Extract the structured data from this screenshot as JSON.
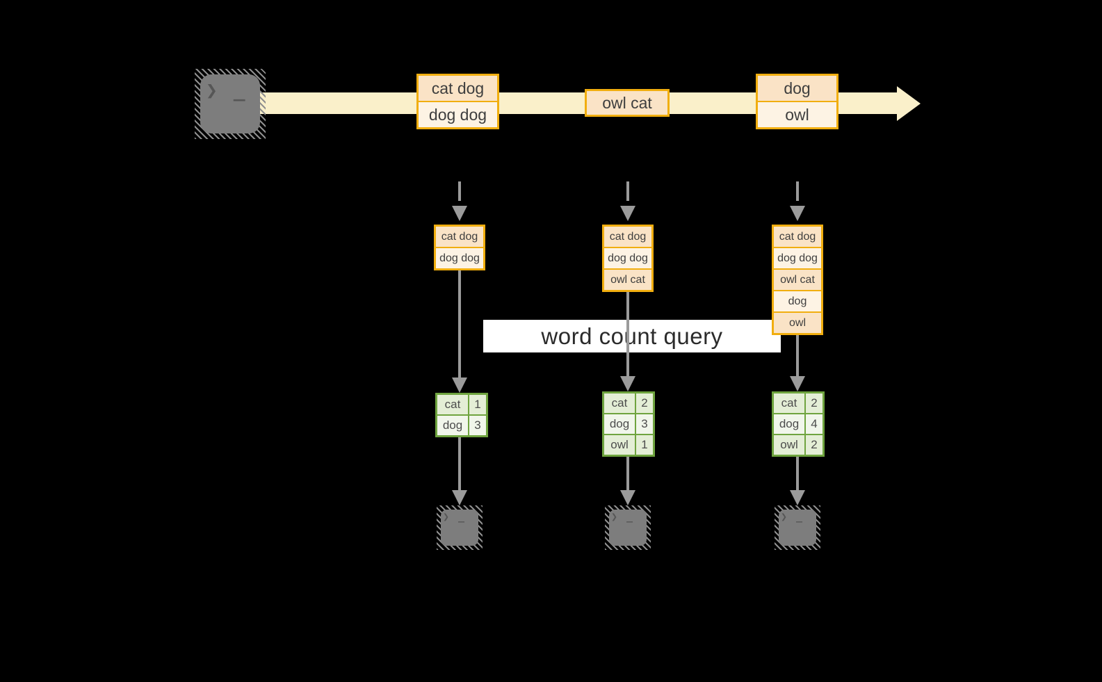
{
  "query": {
    "label": "word count query"
  },
  "stream": {
    "batches": [
      {
        "lines": [
          "cat dog",
          "dog dog"
        ]
      },
      {
        "lines": [
          "owl cat"
        ]
      },
      {
        "lines": [
          "dog",
          "owl"
        ]
      }
    ]
  },
  "columns": [
    {
      "state": [
        "cat dog",
        "dog dog"
      ],
      "counts": [
        {
          "word": "cat",
          "value": "1"
        },
        {
          "word": "dog",
          "value": "3"
        }
      ]
    },
    {
      "state": [
        "cat dog",
        "dog dog",
        "owl cat"
      ],
      "counts": [
        {
          "word": "cat",
          "value": "2"
        },
        {
          "word": "dog",
          "value": "3"
        },
        {
          "word": "owl",
          "value": "1"
        }
      ]
    },
    {
      "state": [
        "cat dog",
        "dog dog",
        "owl cat",
        "dog",
        "owl"
      ],
      "counts": [
        {
          "word": "cat",
          "value": "2"
        },
        {
          "word": "dog",
          "value": "4"
        },
        {
          "word": "owl",
          "value": "2"
        }
      ]
    }
  ],
  "icons": {
    "terminal_glyph": "❯ _"
  },
  "colors": {
    "background": "#000000",
    "stream_fill": "#faf0ca",
    "amber_border": "#f1ae0f",
    "peach_cell": "#fae3c6",
    "cream_cell": "#fdf3e4",
    "green_border": "#6fa43f",
    "sage_cell": "#e4eed6",
    "sage_light_cell": "#f1f6eb",
    "connector_gray": "#9b9b9b",
    "terminal_gray": "#7d7d7d",
    "query_bg": "#ffffff",
    "query_text": "#2b2b2b"
  }
}
